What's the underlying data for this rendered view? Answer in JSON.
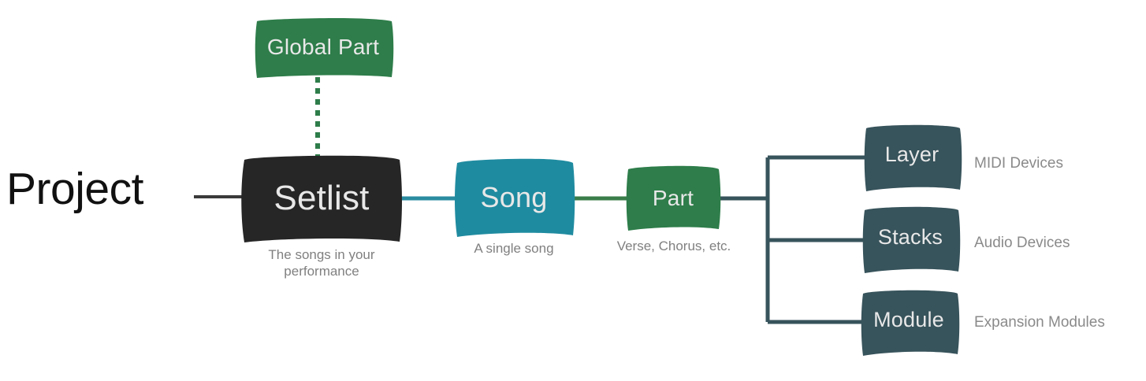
{
  "diagram": {
    "title_node": "Project",
    "colors": {
      "setlist": "#262626",
      "song": "#1f8ba0",
      "part_green": "#2e7d4a",
      "device_slate": "#37535b",
      "caption_gray": "#808080",
      "side_label_gray": "#8a8a8a",
      "background": "#ffffff"
    },
    "nodes": [
      {
        "id": "global-part",
        "label": "Global Part",
        "color": "#2e7d4a",
        "caption": ""
      },
      {
        "id": "setlist",
        "label": "Setlist",
        "color": "#262626",
        "caption": "The songs in your\nperformance"
      },
      {
        "id": "song",
        "label": "Song",
        "color": "#1f8ba0",
        "caption": "A single song"
      },
      {
        "id": "part",
        "label": "Part",
        "color": "#2e7d4a",
        "caption": "Verse, Chorus, etc."
      },
      {
        "id": "layer",
        "label": "Layer",
        "color": "#37535b",
        "caption": ""
      },
      {
        "id": "stacks",
        "label": "Stacks",
        "color": "#37535b",
        "caption": ""
      },
      {
        "id": "module",
        "label": "Module",
        "color": "#37535b",
        "caption": ""
      }
    ],
    "side_labels": [
      {
        "for": "layer",
        "text": "MIDI Devices"
      },
      {
        "for": "stacks",
        "text": "Audio Devices"
      },
      {
        "for": "module",
        "text": "Expansion Modules"
      }
    ],
    "connectors": [
      {
        "from": "project",
        "to": "setlist",
        "style": "solid",
        "color": "#3a3a3a"
      },
      {
        "from": "global-part",
        "to": "setlist",
        "style": "dotted",
        "color": "#2e7d4a"
      },
      {
        "from": "setlist",
        "to": "song",
        "style": "solid",
        "color": "#2e8ba0"
      },
      {
        "from": "song",
        "to": "part",
        "style": "solid",
        "color": "#3a7d4a"
      },
      {
        "from": "part",
        "to": "device-bracket",
        "style": "solid",
        "color": "#37535b"
      }
    ]
  }
}
